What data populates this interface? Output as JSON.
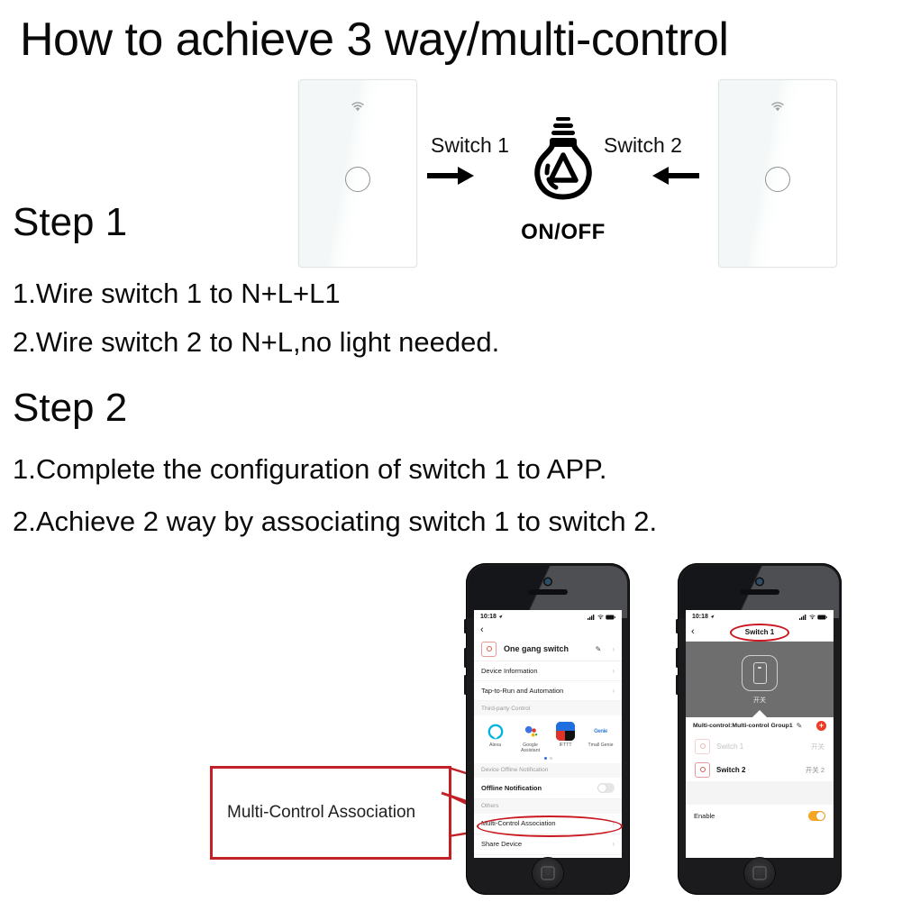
{
  "page_title": "How to achieve 3 way/multi-control",
  "diagram": {
    "switch_left_name": "wall-switch-1",
    "switch_right_name": "wall-switch-2",
    "switch1_label": "Switch 1",
    "switch2_label": "Switch 2",
    "bulb_label": "ON/OFF",
    "arrow_right": "arrow-right-icon",
    "arrow_left": "arrow-left-icon"
  },
  "step1": {
    "heading": "Step 1",
    "line1": "1.Wire switch 1 to N+L+L1",
    "line2": "2.Wire switch 2 to N+L,no light needed."
  },
  "step2": {
    "heading": "Step 2",
    "line1": "1.Complete the configuration of switch 1 to APP.",
    "line2": "2.Achieve 2 way by associating switch 1 to switch 2."
  },
  "callout": {
    "text": "Multi-Control Association",
    "border_color": "#c22026"
  },
  "phone1": {
    "status": {
      "time": "10:18",
      "location_icon": "location-arrow-icon",
      "signal": "signal-bars-icon",
      "wifi": "wifi-icon",
      "battery": "battery-icon"
    },
    "back_icon": "chevron-left-icon",
    "device": {
      "name": "One gang switch",
      "edit_icon": "pencil-icon",
      "chevron": "chevron-right-icon"
    },
    "rows": [
      {
        "label": "Device Information",
        "chevron": "chevron-right-icon"
      },
      {
        "label": "Tap-to-Run and Automation",
        "chevron": "chevron-right-icon"
      }
    ],
    "third_party_header": "Third-party Control",
    "third_party": [
      {
        "name": "Alexa",
        "icon": "alexa-icon"
      },
      {
        "name": "Google Assistant",
        "icon": "google-assistant-icon"
      },
      {
        "name": "IFTTT",
        "icon": "ifttt-icon"
      },
      {
        "name": "Tmall Genie",
        "icon": "tmall-genie-icon"
      }
    ],
    "offline_header": "Device Offline Notification",
    "offline_row": {
      "label": "Offline Notification",
      "toggle": "off"
    },
    "others_header": "Others",
    "highlight_row": {
      "label": "Multi-Control Association",
      "chevron": "chevron-right-icon"
    },
    "partial_row": {
      "label": "Share Device"
    }
  },
  "phone2": {
    "status": {
      "time": "10:18",
      "location_icon": "location-arrow-icon",
      "signal": "signal-bars-icon",
      "wifi": "wifi-icon",
      "battery": "battery-icon"
    },
    "back_icon": "chevron-left-icon",
    "nav_title": "Switch 1",
    "hero_caption": "开关",
    "group_label": "Multi-control:Multi-control Group1",
    "group_edit_icon": "pencil-icon",
    "add_label": "+",
    "switch_rows": [
      {
        "name": "Switch 1",
        "right": "开关",
        "state": "dim"
      },
      {
        "name": "Switch 2",
        "right": "开关 2",
        "state": "bold"
      }
    ],
    "enable_row": {
      "label": "Enable",
      "toggle": "on"
    }
  },
  "colors": {
    "accent_red": "#c9181f",
    "toggle_on": "#f5a623",
    "plus_red": "#ef3b24",
    "device_icon_red": "#e05a4a"
  }
}
